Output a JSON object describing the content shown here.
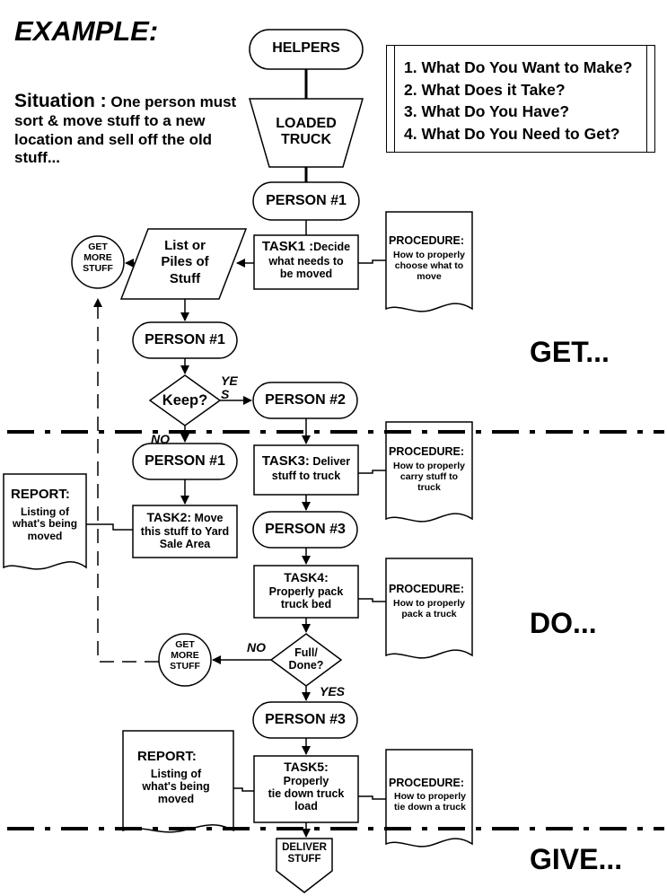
{
  "title": "EXAMPLE:",
  "situation": {
    "lead": "Situation :",
    "text": "One person must sort & move stuff to a new location and sell off the old stuff..."
  },
  "questions": [
    "1. What Do You Want to Make?",
    "2. What Does it Take?",
    "3. What Do You Have?",
    "4. What Do You Need to Get?"
  ],
  "nodes": {
    "helpers": "HELPERS",
    "loaded_truck": "LOADED\nTRUCK",
    "person1_top": "PERSON #1",
    "task1_lead": "TASK1 :",
    "task1_text": "Decide\nwhat needs to\nbe moved",
    "procedure1_title": "PROCEDURE:",
    "procedure1_text": "How to properly\nchoose what to\nmove",
    "list_piles": "List or\nPiles of\nStuff",
    "get_more_stuff_1": "GET\nMORE\nSTUFF",
    "person1_mid": "PERSON #1",
    "keep": "Keep?",
    "yes_1": "YE\nS",
    "no_1": "NO",
    "person2": "PERSON #2",
    "person1_low": "PERSON #1",
    "task3_lead": "TASK3:",
    "task3_text": "Deliver\nstuff to truck",
    "procedure3_title": "PROCEDURE:",
    "procedure3_text": "How to properly\ncarry stuff to\ntruck",
    "report1_title": "REPORT:",
    "report1_text": "Listing of\nwhat's being\nmoved",
    "task2_lead": "TASK2:",
    "task2_text": "Move\nthis stuff to Yard\nSale Area",
    "person3_a": "PERSON #3",
    "task4_lead": "TASK4:",
    "task4_text": "Properly pack\ntruck bed",
    "procedure4_title": "PROCEDURE:",
    "procedure4_text": "How to properly\npack a truck",
    "get_more_stuff_2": "GET\nMORE\nSTUFF",
    "no_2": "NO",
    "full_done": "Full/\nDone?",
    "yes_2": "YES",
    "person3_b": "PERSON #3",
    "report2_title": "REPORT:",
    "report2_text": "Listing of\nwhat's being\nmoved",
    "task5_lead": "TASK5:",
    "task5_text": "Properly\ntie down truck\nload",
    "procedure5_title": "PROCEDURE:",
    "procedure5_text": "How to properly\ntie down a truck",
    "deliver": "DELIVER\nSTUFF"
  },
  "sections": {
    "get": "GET...",
    "do": "DO...",
    "give": "GIVE..."
  }
}
